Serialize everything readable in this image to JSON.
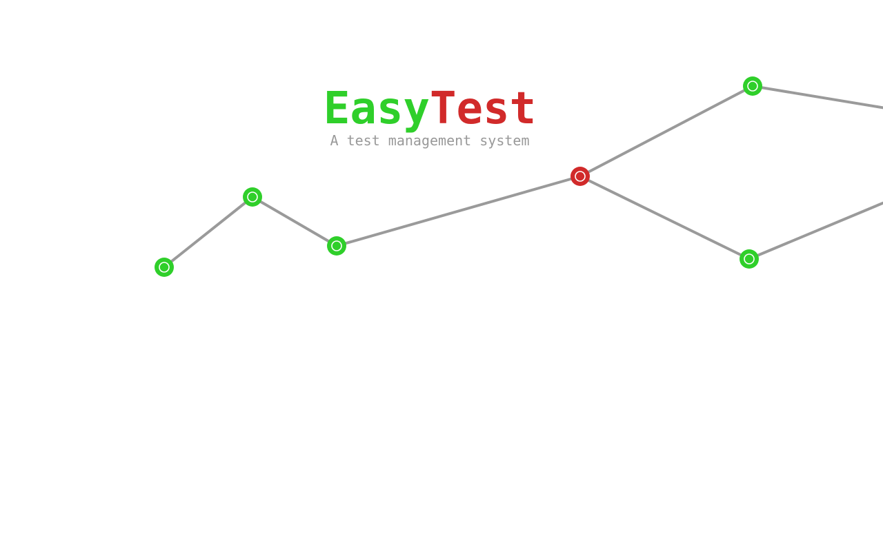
{
  "brand": {
    "part1": "Easy",
    "part2": "Test",
    "tagline": "A test management system",
    "colors": {
      "part1": "#2fcf2a",
      "part2": "#d12a2a",
      "tagline": "#999999",
      "link": "#9a9a9a",
      "node_pass": "#2fcf2a",
      "node_fail": "#d12a2a",
      "node_inner": "#ffffff"
    }
  },
  "graph": {
    "nodes": [
      {
        "id": "n1",
        "status": "pass"
      },
      {
        "id": "n2",
        "status": "pass"
      },
      {
        "id": "n3",
        "status": "pass"
      },
      {
        "id": "n4",
        "status": "fail"
      },
      {
        "id": "n5",
        "status": "pass"
      },
      {
        "id": "n6",
        "status": "pass"
      }
    ],
    "links": [
      {
        "from": "n1",
        "to": "n2"
      },
      {
        "from": "n2",
        "to": "n3"
      },
      {
        "from": "n3",
        "to": "n4"
      },
      {
        "from": "n4",
        "to": "n5"
      },
      {
        "from": "n4",
        "to": "n6"
      }
    ]
  }
}
